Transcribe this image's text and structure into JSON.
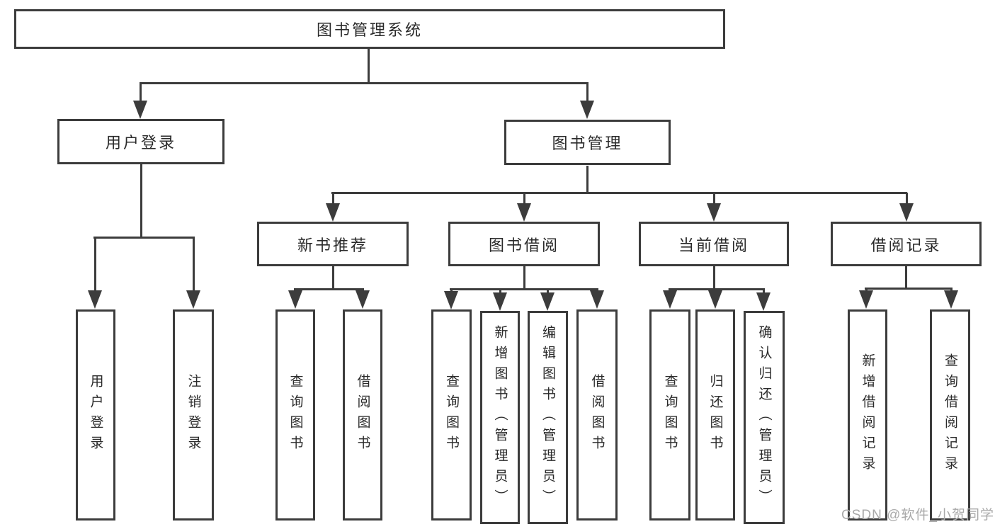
{
  "nodes": {
    "root": "图书管理系统",
    "user_login": "用户登录",
    "book_management": "图书管理",
    "new_book_recommend": "新书推荐",
    "book_borrow": "图书借阅",
    "current_borrow": "当前借阅",
    "borrow_records": "借阅记录",
    "login_user": "用户登录",
    "login_logout": "注销登录",
    "nb_query": "查询图书",
    "nb_borrow": "借阅图书",
    "bb_query": "查询图书",
    "bb_add": "新增图书（管理员）",
    "bb_edit": "编辑图书（管理员）",
    "bb_borrow": "借阅图书",
    "cb_query": "查询图书",
    "cb_return": "归还图书",
    "cb_confirm": "确认归还（管理员）",
    "br_add": "新增借阅记录",
    "br_query": "查询借阅记录"
  },
  "watermark": "CSDN @软件_小贺同学",
  "colors": {
    "line": "#3c3c3c",
    "text": "#2a2a2a",
    "watermark": "#a9a9a9",
    "background": "#ffffff"
  }
}
